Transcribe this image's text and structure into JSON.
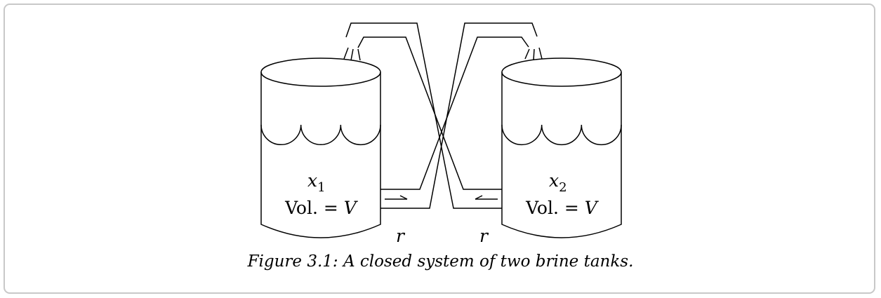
{
  "figure": {
    "caption": "Figure 3.1: A closed system of two brine tanks.",
    "left_tank": {
      "variable": "x",
      "subscript": "1",
      "volume_prefix": "Vol. = ",
      "volume_value": "V"
    },
    "right_tank": {
      "variable": "x",
      "subscript": "2",
      "volume_prefix": "Vol. = ",
      "volume_value": "V"
    },
    "flow_rate_left": "r",
    "flow_rate_right": "r"
  }
}
